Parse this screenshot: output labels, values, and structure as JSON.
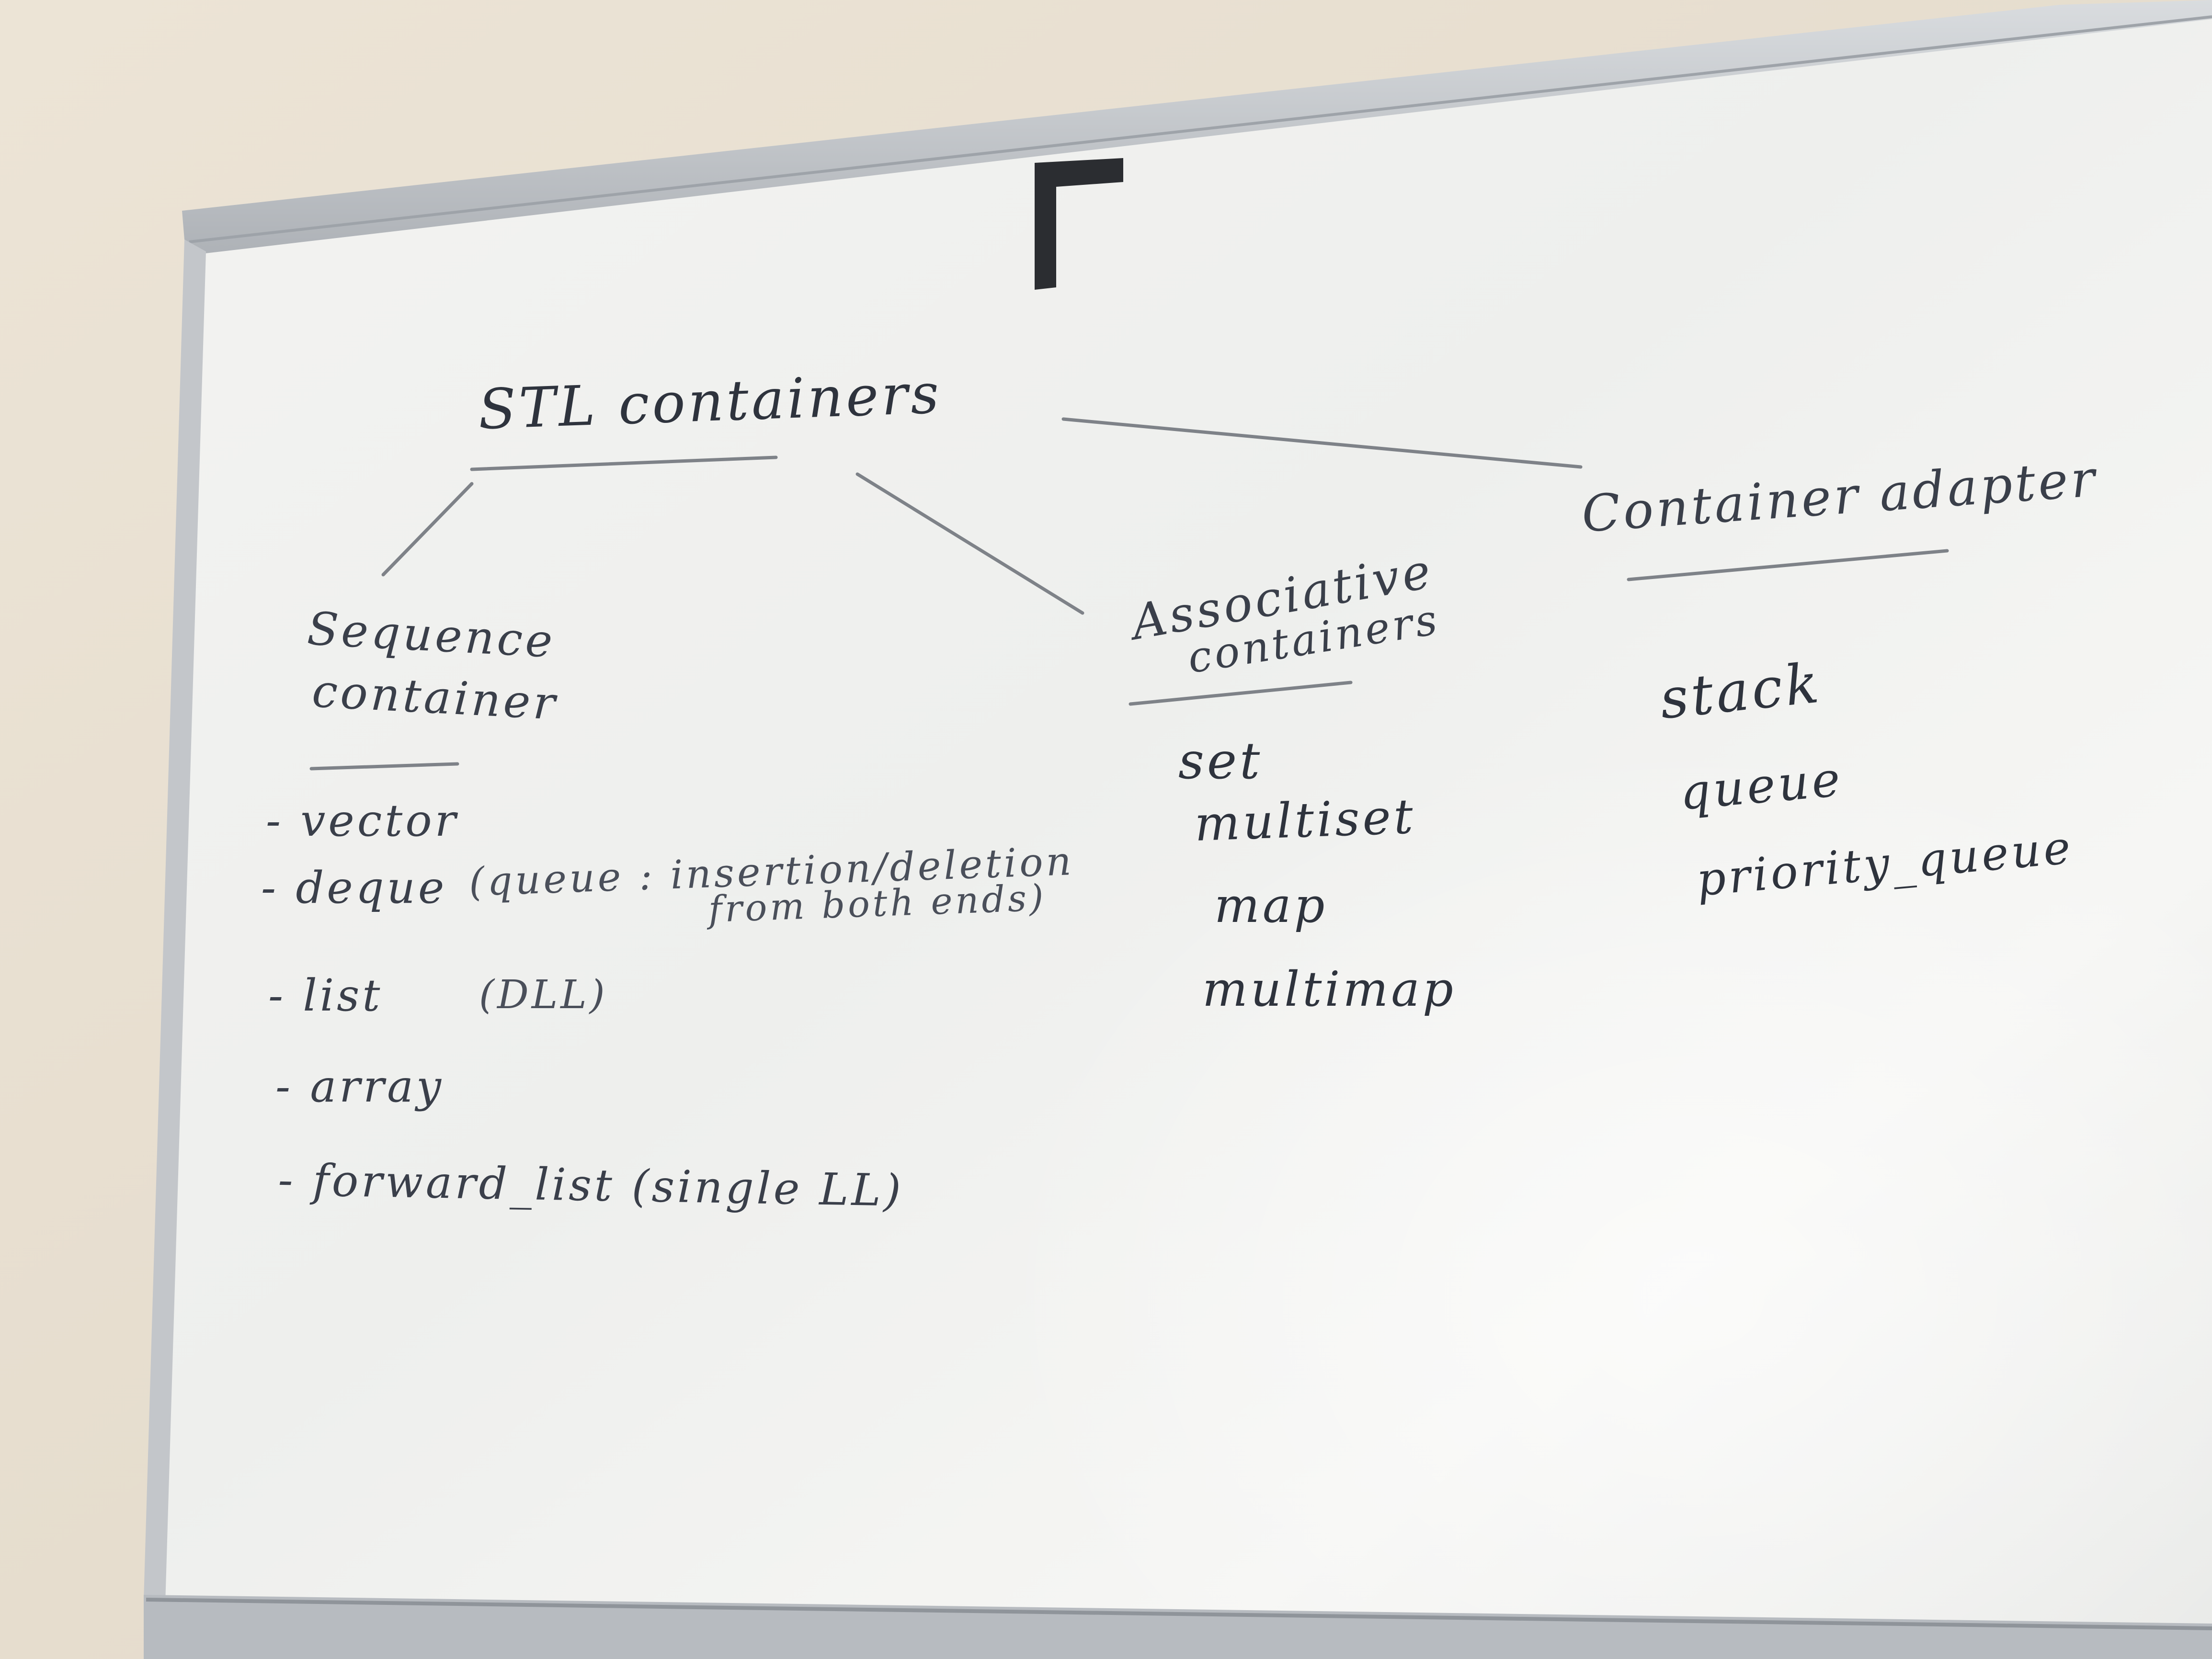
{
  "board": {
    "title": "STL containers",
    "categories": [
      {
        "heading": [
          "Sequence",
          "container"
        ],
        "items": [
          "- vector",
          "- deque",
          "- list",
          "- array",
          "- forward_list (single LL)"
        ],
        "notes": {
          "deque_line1": "(queue : insertion/deletion",
          "deque_line2": "from both ends)",
          "list": "(DLL)"
        }
      },
      {
        "heading": [
          "Associative",
          "containers"
        ],
        "items": [
          "set",
          "multiset",
          "map",
          "multimap"
        ]
      },
      {
        "heading": [
          "Container adapter"
        ],
        "items": [
          "stack",
          "queue",
          "priority_queue"
        ]
      }
    ]
  },
  "colors": {
    "wall": "#e9e0d2",
    "board_surface": "#f4f5f4",
    "frame": "#c9ccd0",
    "marker": "#3a3f4a",
    "tape": "#2b2d31"
  }
}
